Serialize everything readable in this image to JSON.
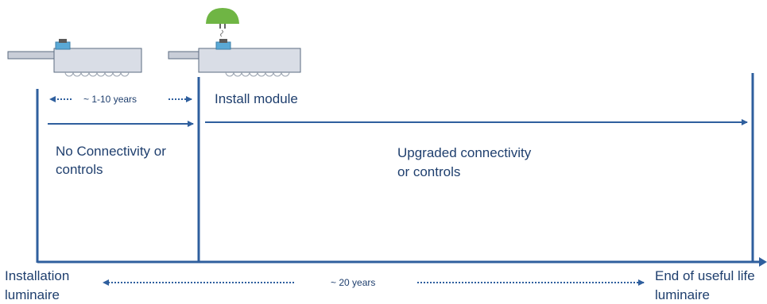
{
  "labels": {
    "period_1_10": "~ 1-10 years",
    "install_module": "Install module",
    "no_connectivity_line1": "No Connectivity or",
    "no_connectivity_line2": "controls",
    "upgraded_line1": "Upgraded connectivity",
    "upgraded_line2": "or controls",
    "installation_line1": "Installation",
    "installation_line2": "luminaire",
    "period_20": "~ 20 years",
    "end_life_line1": "End of useful life",
    "end_life_line2": "luminaire"
  },
  "colors": {
    "line": "#2f5f9e",
    "text": "#1f3f6e",
    "luminaire_body": "#d9dde6",
    "luminaire_outline": "#5b6b80",
    "module_green": "#6fb544",
    "socket_blue": "#5aa9d6"
  }
}
